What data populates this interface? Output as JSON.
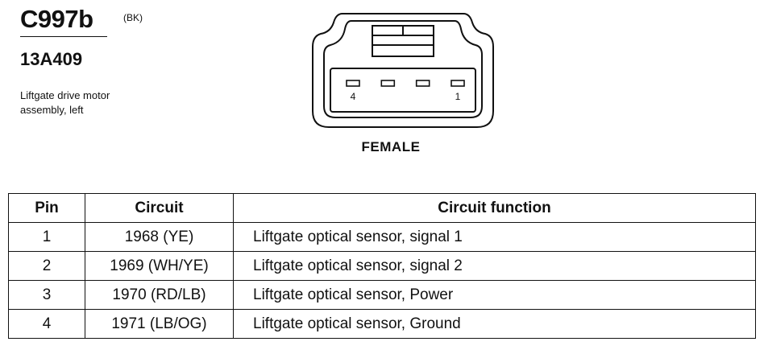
{
  "header": {
    "connector_id": "C997b",
    "color_code": "(BK)",
    "part_number": "13A409",
    "description_lines": [
      "Liftgate drive motor",
      "assembly, left"
    ]
  },
  "connector": {
    "gender": "FEMALE",
    "pin_count": 4,
    "end_labels": {
      "left": "4",
      "right": "1"
    }
  },
  "table": {
    "headers": {
      "pin": "Pin",
      "circuit": "Circuit",
      "function": "Circuit function"
    },
    "rows": [
      {
        "pin": "1",
        "circuit": "1968 (YE)",
        "function": "Liftgate optical sensor, signal 1"
      },
      {
        "pin": "2",
        "circuit": "1969 (WH/YE)",
        "function": "Liftgate optical sensor, signal 2"
      },
      {
        "pin": "3",
        "circuit": "1970 (RD/LB)",
        "function": "Liftgate optical sensor, Power"
      },
      {
        "pin": "4",
        "circuit": "1971 (LB/OG)",
        "function": "Liftgate optical sensor, Ground"
      }
    ]
  }
}
